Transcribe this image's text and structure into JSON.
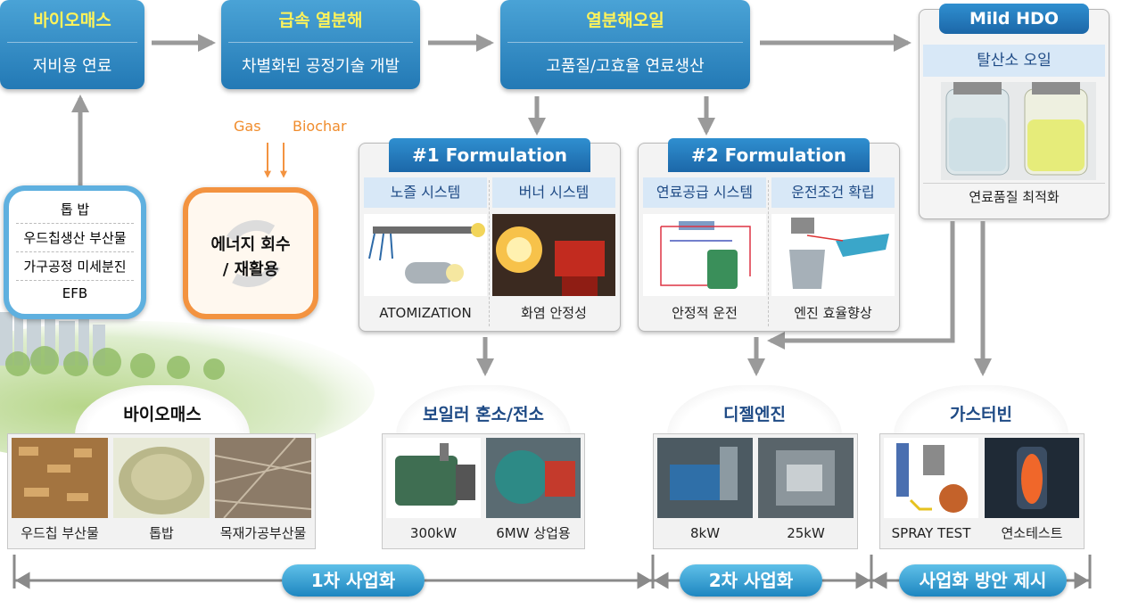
{
  "top_row": {
    "biomass": {
      "title": "바이오매스",
      "subtitle": "저비용 연료"
    },
    "fast_pyrolysis": {
      "title": "급속 열분해",
      "subtitle": "차별화된 공정기술 개발"
    },
    "pyrolysis_oil": {
      "title": "열분해오일",
      "subtitle": "고품질/고효율 연료생산"
    },
    "mild_hdo": {
      "title": "Mild HDO",
      "subtitle": "탈산소 오일",
      "caption": "연료품질 최적화"
    }
  },
  "feedstock": {
    "items": [
      "톱 밥",
      "우드칩생산 부산물",
      "가구공정 미세분진",
      "EFB"
    ]
  },
  "byproducts": {
    "gas": "Gas",
    "biochar": "Biochar"
  },
  "energy_recovery": {
    "line1": "에너지 회수",
    "line2": "/ 재활용"
  },
  "formulation1": {
    "title": "#1 Formulation",
    "left": {
      "header": "노즐 시스템",
      "caption": "ATOMIZATION"
    },
    "right": {
      "header": "버너 시스템",
      "caption": "화염 안정성"
    }
  },
  "formulation2": {
    "title": "#2 Formulation",
    "left": {
      "header": "연료공급 시스템",
      "caption": "안정적 운전"
    },
    "right": {
      "header": "운전조건 확립",
      "caption": "엔진 효율향상"
    }
  },
  "applications": {
    "biomass": {
      "title": "바이오매스",
      "items": [
        "우드칩 부산물",
        "톱밥",
        "목재가공부산물"
      ]
    },
    "boiler": {
      "title": "보일러 혼소/전소",
      "items": [
        "300kW",
        "6MW 상업용"
      ]
    },
    "diesel": {
      "title": "디젤엔진",
      "items": [
        "8kW",
        "25kW"
      ]
    },
    "turbine": {
      "title": "가스터빈",
      "items": [
        "SPRAY TEST",
        "연소테스트"
      ]
    }
  },
  "stages": {
    "first": "1차 사업화",
    "second": "2차 사업화",
    "plan": "사업화 방안 제시"
  },
  "colors": {
    "blue": "#2379b5",
    "yellow_text": "#fff35a",
    "orange": "#f39340",
    "arrow_gray": "#9a9a9a"
  }
}
